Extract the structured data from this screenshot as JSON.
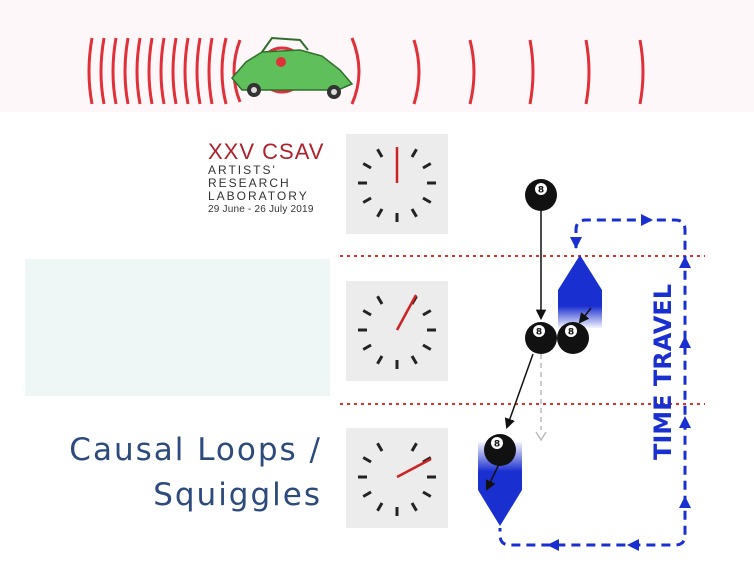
{
  "logo": {
    "title": "XXV  CSAV",
    "lines": [
      "ARTISTS'",
      "RESEARCH",
      "LABORATORY"
    ],
    "date": "29 June - 26 July 2019"
  },
  "caption": {
    "line1": "Causal Loops /",
    "line2": "Squiggles"
  },
  "diagram": {
    "time_travel_label": "TIME TRAVEL",
    "ball_label": "8",
    "colors": {
      "loop": "#1a2fd0",
      "divider": "#e0302a",
      "clock_hand": "#cc2222",
      "banner_rings": "#e0303a",
      "car": "#5fbf5a",
      "caption": "#2c4a7c"
    }
  }
}
